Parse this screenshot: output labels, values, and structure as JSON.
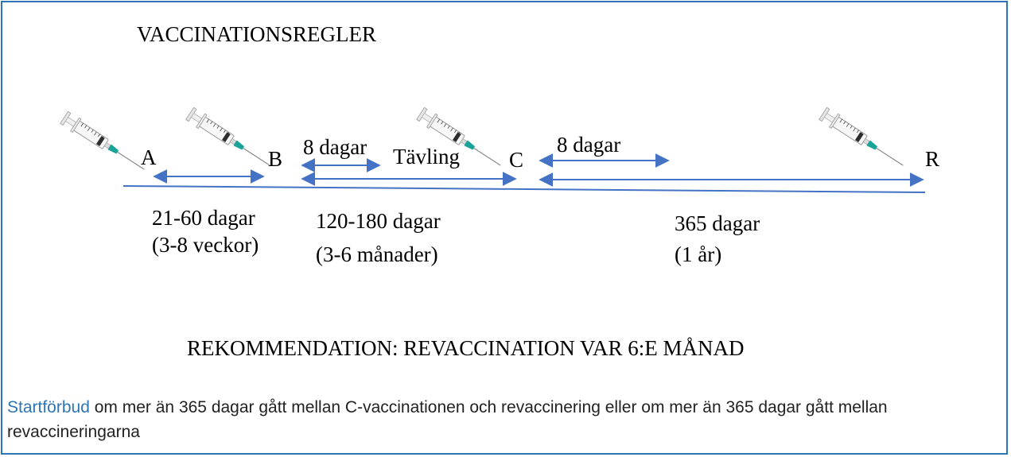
{
  "title": "VACCINATIONSREGLER",
  "points": {
    "a": "A",
    "b": "B",
    "c": "C",
    "r": "R"
  },
  "intervals": {
    "ab": {
      "days": "21-60 dagar",
      "note": "(3-8 veckor)"
    },
    "bc": {
      "days": "120-180 dagar",
      "note": "(3-6 månader)"
    },
    "cr": {
      "days": "365 dagar",
      "note": "(1 år)"
    },
    "after_b": "8 dagar",
    "competition": "Tävling",
    "after_c": "8 dagar"
  },
  "recommendation": "REKOMMENDATION: REVACCINATION VAR 6:E MÅNAD",
  "footnote": {
    "highlight": "Startförbud",
    "text": " om mer än 365 dagar gått mellan C-vaccinationen och revaccinering eller om mer än 365 dagar gått mellan revaccineringarna"
  },
  "colors": {
    "frame": "#2e75b6",
    "arrows": "#4472c4",
    "needle_hub": "#1aa39a"
  },
  "icons": [
    "syringe-icon"
  ]
}
